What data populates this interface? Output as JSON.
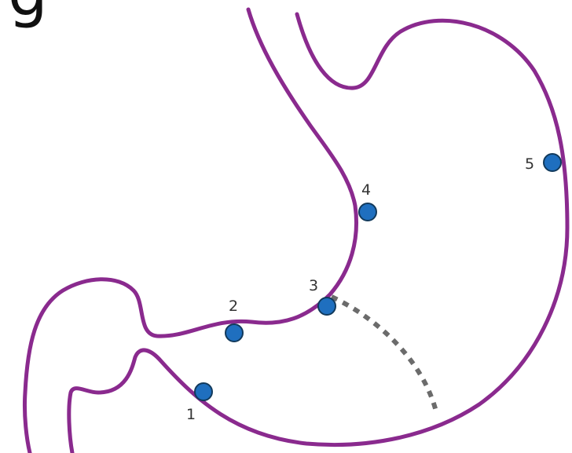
{
  "title": "g",
  "colors": {
    "outline": "#8a2a8e",
    "marker": "#1f6fbf",
    "dashed_line": "#6b6b6b",
    "background": "#ffffff"
  },
  "points": [
    {
      "label": "1"
    },
    {
      "label": "2"
    },
    {
      "label": "3"
    },
    {
      "label": "4"
    },
    {
      "label": "5"
    }
  ]
}
